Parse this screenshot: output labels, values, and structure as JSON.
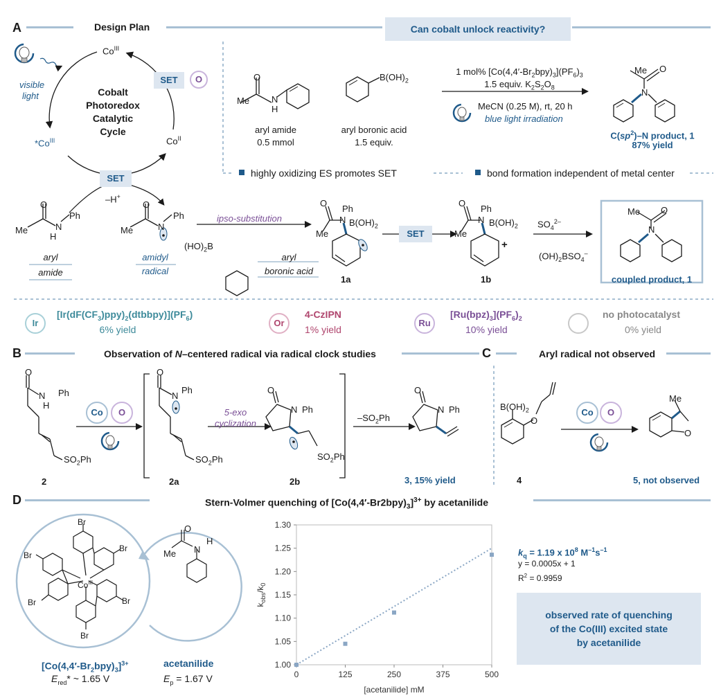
{
  "sectionA": {
    "letter": "A",
    "title": "Design Plan",
    "question": "Can cobalt unlock reactivity?",
    "cycle": {
      "co3": "Co",
      "co3_sup": "III",
      "co2": "Co",
      "co2_sup": "II",
      "co3star_pre": "*Co",
      "co3star_sup": "III",
      "visible": "visible",
      "light": "light",
      "title1": "Cobalt",
      "title2": "Photoredox",
      "title3": "Catalytic",
      "title4": "Cycle",
      "set_top": "SET",
      "set_bottom": "SET",
      "o_badge": "O",
      "minus_h": "–H",
      "minus_h_sup": "+"
    },
    "reaction": {
      "cond1": "1 mol% [Co(4,4′-Br",
      "cond1_sub": "2",
      "cond1_b": "bpy)",
      "cond1_sub2": "3",
      "cond1_c": "](PF",
      "cond1_sub3": "6",
      "cond1_d": ")",
      "cond1_sub4": "3",
      "cond2": "1.5 equiv. K",
      "cond2_sub1": "2",
      "cond2_b": "S",
      "cond2_sub2": "2",
      "cond2_c": "O",
      "cond2_sub3": "8",
      "cond3": "MeCN (0.25 M), rt, 20 h",
      "cond4": "blue light irradiation",
      "amide_label": "aryl amide",
      "amide_amt": "0.5 mmol",
      "boronic_label": "aryl boronic acid",
      "boronic_amt": "1.5 equiv.",
      "boronic_group": "B(OH)",
      "boronic_sub": "2",
      "product_pre": "C(",
      "product_sp": "sp",
      "product_sup": "2",
      "product_post": ")–N product, 1",
      "product_yield": "87% yield",
      "bullet1": "highly oxidizing ES promotes SET",
      "bullet2": "bond formation independent of metal center"
    },
    "mechanism": {
      "aryl1": "aryl",
      "amide1": "amide",
      "amidyl": "amidyl",
      "radical": "radical",
      "ipso": "ipso-substitution",
      "aryl2": "aryl",
      "boronic2": "boronic acid",
      "hob": "(HO)",
      "hob_sub": "2",
      "hob_b": "B",
      "set_mid": "SET",
      "label_1a": "1a",
      "label_1b": "1b",
      "so4": "SO",
      "so4_sub": "4",
      "so4_sup": "2–",
      "bso4": "(OH)",
      "bso4_sub": "2",
      "bso4_b": "BSO",
      "bso4_sub2": "4",
      "bso4_sup": "–",
      "coupled": "coupled product, 1",
      "ph": "Ph",
      "me": "Me",
      "n": "N",
      "o": "O",
      "h": "H",
      "boh2": "B(OH)",
      "boh2_sub": "2"
    },
    "catalysts": [
      {
        "badge": "Ir",
        "name": "[Ir(dF(CF",
        "sub1": "3",
        "name_b": ")ppy)",
        "sub2": "2",
        "name_c": "(dtbbpy)](PF",
        "sub3": "6",
        "name_d": ")",
        "yield": "6% yield",
        "color": "#3d8a9a"
      },
      {
        "badge": "Or",
        "name": "4-CzIPN",
        "yield": "1% yield",
        "color": "#b0466e"
      },
      {
        "badge": "Ru",
        "name": "[Ru(bpz)",
        "sub1": "3",
        "name_b": "](PF",
        "sub2": "6",
        "name_c": ")",
        "sub3": "2",
        "yield": "10% yield",
        "color": "#7a4f96"
      },
      {
        "badge": "",
        "name": "no photocatalyst",
        "yield": "0% yield",
        "color": "#888888"
      }
    ]
  },
  "sectionB": {
    "letter": "B",
    "title": "Observation of N–centered radical via radical clock studies",
    "title_pre": "Observation of ",
    "title_n": "N",
    "title_post": "–centered radical via radical clock studies",
    "co": "Co",
    "o": "O",
    "exo": "5-exo",
    "cyclization": "cyclization",
    "minus_so2ph": "–SO",
    "minus_so2ph_sub": "2",
    "minus_so2ph_b": "Ph",
    "so2ph": "SO",
    "so2ph_sub": "2",
    "so2ph_b": "Ph",
    "label_2": "2",
    "label_2a": "2a",
    "label_2b": "2b",
    "label_3": "3, 15% yield"
  },
  "sectionC": {
    "letter": "C",
    "title": "Aryl radical not observed",
    "co": "Co",
    "o": "O",
    "boh2": "B(OH)",
    "boh2_sub": "2",
    "oatom": "O",
    "me": "Me",
    "label_4": "4",
    "label_5": "5, not observed"
  },
  "sectionD": {
    "letter": "D",
    "title": "Stern-Volmer quenching of [Co(4,4′-Br2bpy)",
    "title_sub": "3",
    "title_b": "]",
    "title_sup": "3+",
    "title_c": " by acetanilide",
    "complex_name": "[Co(4,4′-Br",
    "complex_sub": "2",
    "complex_b": "bpy)",
    "complex_sub2": "3",
    "complex_c": "]",
    "complex_sup": "3+",
    "ered_pre": "E",
    "ered_sub": "red",
    "ered_post": "* ~ 1.65 V",
    "acetanilide": "acetanilide",
    "ep_pre": "E",
    "ep_sub": "p",
    "ep_post": " = 1.67 V",
    "kq_k": "k",
    "kq_sub": "q",
    "kq_val": " = 1.19 x 10",
    "kq_exp": "8",
    "kq_unit": " M",
    "kq_unit_sup": "–1",
    "kq_s": "s",
    "kq_s_sup": "–1",
    "eq": "y = 0.0005x + 1",
    "r2": "R",
    "r2_sup": "2",
    "r2_val": " = 0.9959",
    "box1": "observed rate of quenching",
    "box2": "of the Co(III) excited state",
    "box3": "by acetanilide",
    "br": "Br",
    "co": "Co",
    "co_sup": "III",
    "n": "N",
    "h": "H",
    "o": "O"
  },
  "chart_data": {
    "type": "scatter",
    "x": [
      0,
      125,
      250,
      500
    ],
    "y": [
      1.0,
      1.045,
      1.112,
      1.236
    ],
    "xlabel": "[acetanilide] mM",
    "ylabel": "k_obs/k_0",
    "ylabel_main": "k",
    "ylabel_sub1": "obs",
    "ylabel_mid": "/k",
    "ylabel_sub2": "0",
    "xlim": [
      0,
      500
    ],
    "ylim": [
      1.0,
      1.3
    ],
    "xticks": [
      "0",
      "125",
      "250",
      "375",
      "500"
    ],
    "yticks": [
      "1.00",
      "1.05",
      "1.10",
      "1.15",
      "1.20",
      "1.25",
      "1.30"
    ],
    "fit": {
      "slope": 0.0005,
      "intercept": 1
    },
    "grid": false,
    "colors": {
      "point": "#8aa6c4",
      "fit": "#8aa6c4"
    }
  }
}
